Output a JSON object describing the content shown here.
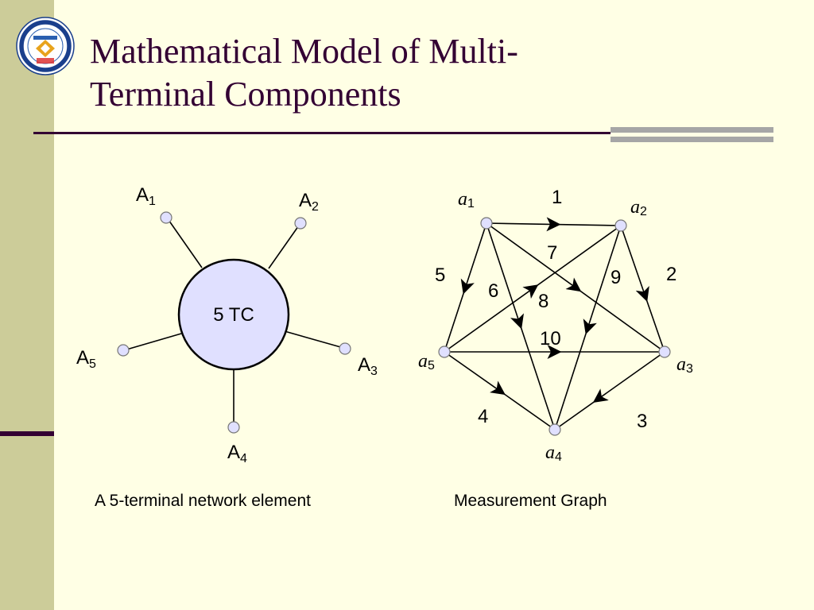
{
  "slide": {
    "title_line1": "Mathematical Model of Multi-",
    "title_line2": "Terminal Components"
  },
  "component": {
    "center_label": "5 TC",
    "terminals": [
      {
        "base": "A",
        "sub": "1"
      },
      {
        "base": "A",
        "sub": "2"
      },
      {
        "base": "A",
        "sub": "3"
      },
      {
        "base": "A",
        "sub": "4"
      },
      {
        "base": "A",
        "sub": "5"
      }
    ],
    "caption": "A 5-terminal network element"
  },
  "graph": {
    "nodes": [
      {
        "base": "a",
        "sub": "1"
      },
      {
        "base": "a",
        "sub": "2"
      },
      {
        "base": "a",
        "sub": "3"
      },
      {
        "base": "a",
        "sub": "4"
      },
      {
        "base": "a",
        "sub": "5"
      }
    ],
    "edges": [
      {
        "label": "1",
        "from": 1,
        "to": 2
      },
      {
        "label": "2",
        "from": 2,
        "to": 3
      },
      {
        "label": "3",
        "from": 3,
        "to": 4
      },
      {
        "label": "4",
        "from": 5,
        "to": 4
      },
      {
        "label": "5",
        "from": 1,
        "to": 5
      },
      {
        "label": "6",
        "from": 1,
        "to": 4
      },
      {
        "label": "7",
        "from": 1,
        "to": 3
      },
      {
        "label": "8",
        "from": 5,
        "to": 2
      },
      {
        "label": "9",
        "from": 2,
        "to": 4
      },
      {
        "label": "10",
        "from": 5,
        "to": 3
      }
    ],
    "caption": "Measurement Graph"
  },
  "colors": {
    "background": "#ffffe5",
    "sidebar": "#cccc99",
    "title": "#330033",
    "component_fill": "#e0e0ff",
    "terminal_fill": "#e0e0ff"
  }
}
